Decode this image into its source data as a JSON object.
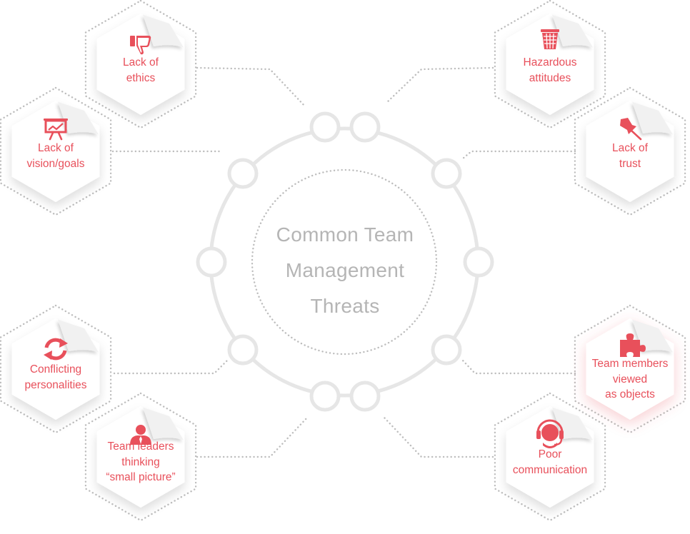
{
  "title_lines": [
    "Common Team",
    "Management",
    "Threats"
  ],
  "colors": {
    "accent": "#e8505b",
    "title_gray": "#b5b5b5",
    "ring_gray": "#e6e6e6",
    "dot_gray": "#bdbdbd",
    "hex_fill": "#ffffff",
    "fold_fill": "#f1f1f1"
  },
  "threats": [
    {
      "id": "lack-of-ethics",
      "lines": [
        "Lack of",
        "ethics"
      ],
      "icon": "thumbs-down-icon"
    },
    {
      "id": "lack-of-vision-goals",
      "lines": [
        "Lack of",
        "vision/goals"
      ],
      "icon": "presentation-board-icon"
    },
    {
      "id": "conflicting-personalities",
      "lines": [
        "Conflicting",
        "personalities"
      ],
      "icon": "refresh-arrows-icon"
    },
    {
      "id": "team-leaders-small-picture",
      "lines": [
        "Team leaders",
        "thinking",
        "“small picture”"
      ],
      "icon": "person-icon"
    },
    {
      "id": "hazardous-attitudes",
      "lines": [
        "Hazardous",
        "attitudes"
      ],
      "icon": "trash-bin-icon"
    },
    {
      "id": "lack-of-trust",
      "lines": [
        "Lack of",
        "trust"
      ],
      "icon": "push-pin-icon"
    },
    {
      "id": "team-members-as-objects",
      "lines": [
        "Team members",
        "viewed",
        "as objects"
      ],
      "icon": "puzzle-piece-icon"
    },
    {
      "id": "poor-communication",
      "lines": [
        "Poor",
        "communication"
      ],
      "icon": "headset-icon"
    }
  ]
}
